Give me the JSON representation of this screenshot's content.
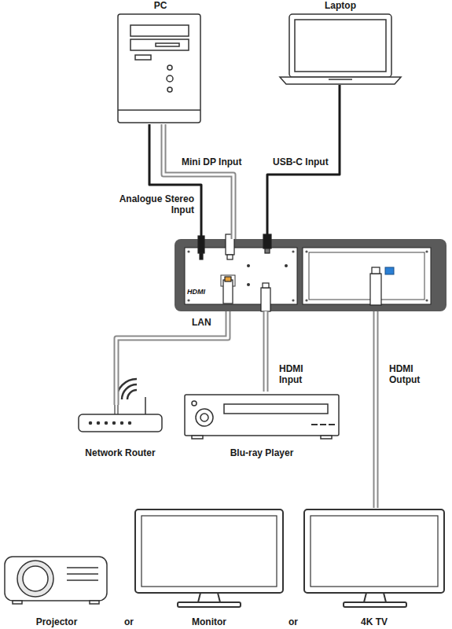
{
  "diagram": {
    "nodes": [
      {
        "text": [
          "PC"
        ]
      },
      {
        "text": [
          "Laptop"
        ]
      },
      {
        "text": [
          "HDMI"
        ]
      },
      {
        "text": [
          "Network Router"
        ]
      },
      {
        "text": [
          "Blu-ray Player"
        ]
      },
      {
        "text": [
          "Projector"
        ]
      },
      {
        "text": [
          "Monitor"
        ]
      },
      {
        "text": [
          "4K TV"
        ]
      }
    ],
    "edges": [
      {
        "from": 0,
        "to": 2,
        "label": "Mini DP Input",
        "arrow": "none"
      },
      {
        "from": 0,
        "to": 2,
        "label": "Analogue Stereo Input",
        "arrow": "none"
      },
      {
        "from": 1,
        "to": 2,
        "label": "USB-C Input",
        "arrow": "none"
      },
      {
        "from": 2,
        "to": 3,
        "label": "LAN",
        "arrow": "none"
      },
      {
        "from": 4,
        "to": 2,
        "label": "HDMI Input",
        "arrow": "none"
      },
      {
        "from": 2,
        "to": 7,
        "label": "HDMI Output",
        "arrow": "none"
      }
    ],
    "labels": [
      "or",
      "or"
    ]
  }
}
